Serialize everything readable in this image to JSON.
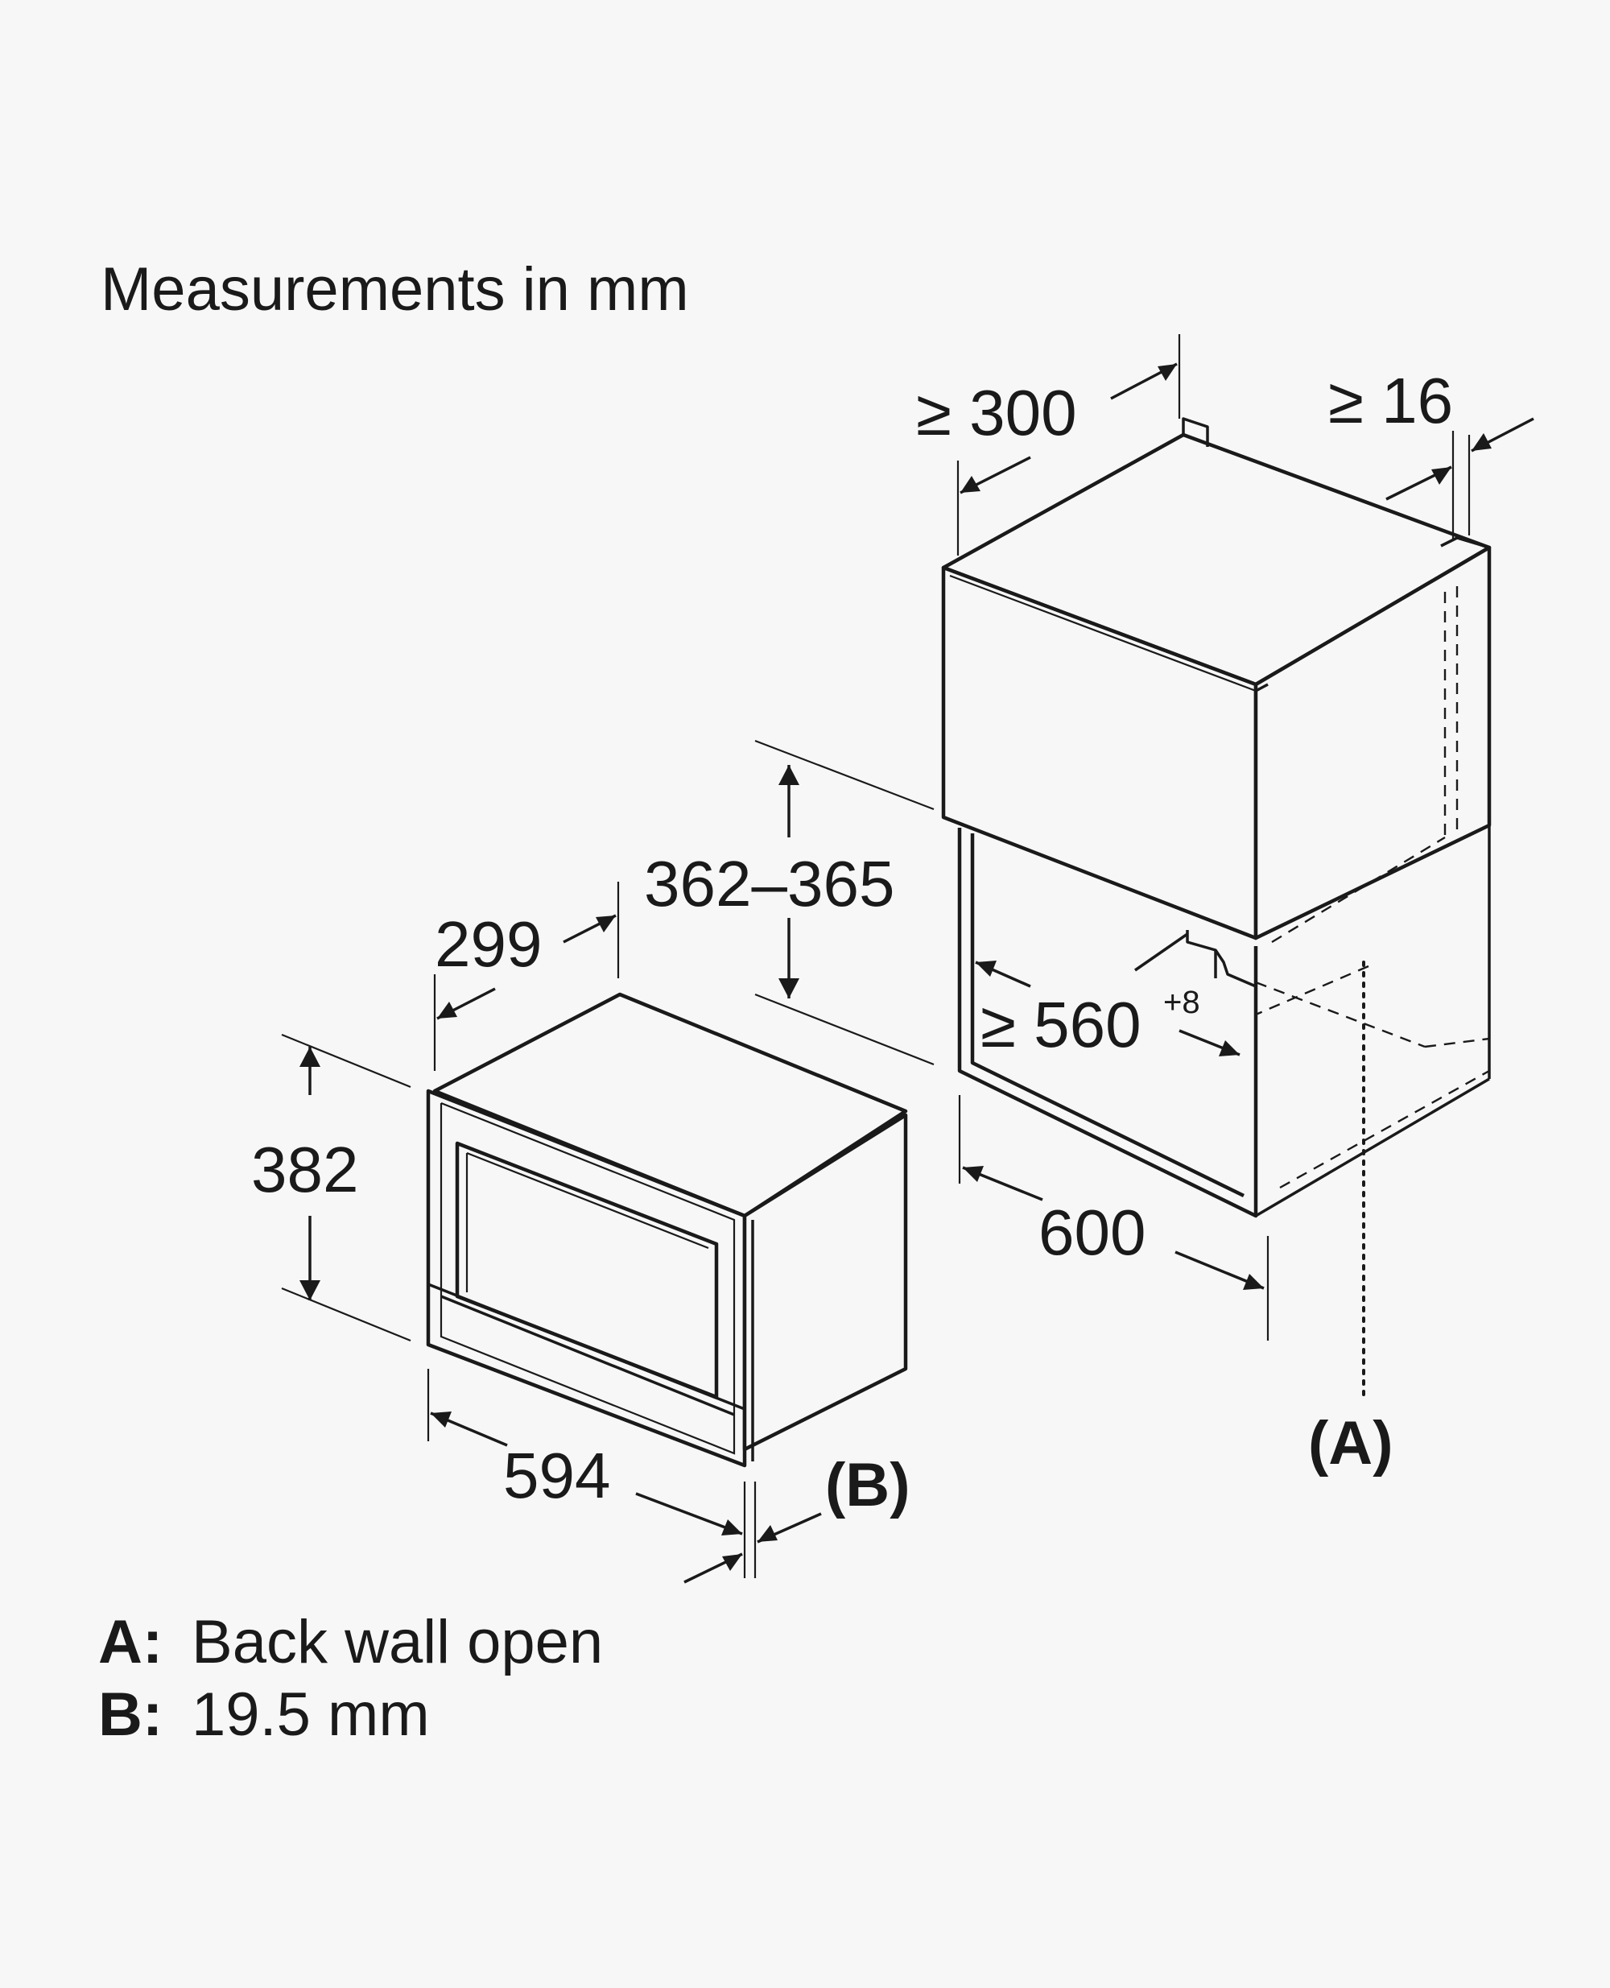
{
  "title": "Measurements in mm",
  "dimensions": {
    "gap_top": "≥ 300",
    "gap_side": "≥ 16",
    "niche_height": "362–365",
    "niche_width": "≥ 560",
    "niche_width_tolerance": "+8",
    "cabinet_width": "600",
    "appliance_depth": "299",
    "appliance_height": "382",
    "appliance_width": "594"
  },
  "references": {
    "a": "(A)",
    "b": "(B)"
  },
  "legend": [
    {
      "key": "A:",
      "text": "Back wall open"
    },
    {
      "key": "B:",
      "text": "19.5 mm"
    }
  ]
}
